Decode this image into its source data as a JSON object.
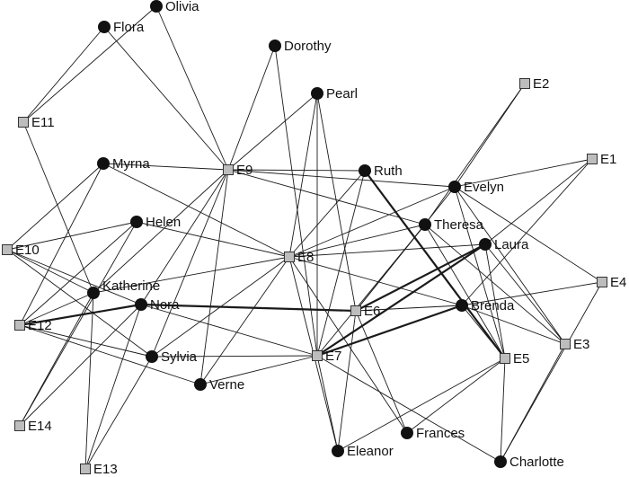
{
  "network": {
    "people": [
      {
        "id": "olivia",
        "label": "Olivia"
      },
      {
        "id": "flora",
        "label": "Flora"
      },
      {
        "id": "dorothy",
        "label": "Dorothy"
      },
      {
        "id": "pearl",
        "label": "Pearl"
      },
      {
        "id": "myrna",
        "label": "Myrna"
      },
      {
        "id": "ruth",
        "label": "Ruth"
      },
      {
        "id": "evelyn",
        "label": "Evelyn"
      },
      {
        "id": "helen",
        "label": "Helen"
      },
      {
        "id": "theresa",
        "label": "Theresa"
      },
      {
        "id": "laura",
        "label": "Laura"
      },
      {
        "id": "katherine",
        "label": "Katherine"
      },
      {
        "id": "nora",
        "label": "Nora"
      },
      {
        "id": "brenda",
        "label": "Brenda"
      },
      {
        "id": "sylvia",
        "label": "Sylvia"
      },
      {
        "id": "verne",
        "label": "Verne"
      },
      {
        "id": "frances",
        "label": "Frances"
      },
      {
        "id": "eleanor",
        "label": "Eleanor"
      },
      {
        "id": "charlotte",
        "label": "Charlotte"
      }
    ],
    "events": [
      {
        "id": "E1",
        "label": "E1"
      },
      {
        "id": "E2",
        "label": "E2"
      },
      {
        "id": "E3",
        "label": "E3"
      },
      {
        "id": "E4",
        "label": "E4"
      },
      {
        "id": "E5",
        "label": "E5"
      },
      {
        "id": "E6",
        "label": "E6"
      },
      {
        "id": "E7",
        "label": "E7"
      },
      {
        "id": "E8",
        "label": "E8"
      },
      {
        "id": "E9",
        "label": "E9"
      },
      {
        "id": "E10",
        "label": "E10"
      },
      {
        "id": "E11",
        "label": "E11"
      },
      {
        "id": "E12",
        "label": "E12"
      },
      {
        "id": "E13",
        "label": "E13"
      },
      {
        "id": "E14",
        "label": "E14"
      }
    ],
    "edges": [
      [
        "olivia",
        "E9"
      ],
      [
        "olivia",
        "E11"
      ],
      [
        "flora",
        "E9"
      ],
      [
        "flora",
        "E11"
      ],
      [
        "dorothy",
        "E9"
      ],
      [
        "dorothy",
        "E7"
      ],
      [
        "pearl",
        "E9"
      ],
      [
        "pearl",
        "E8"
      ],
      [
        "pearl",
        "E7"
      ],
      [
        "pearl",
        "E6"
      ],
      [
        "myrna",
        "E9"
      ],
      [
        "myrna",
        "E8"
      ],
      [
        "myrna",
        "E12"
      ],
      [
        "myrna",
        "E10"
      ],
      [
        "helen",
        "E8"
      ],
      [
        "helen",
        "E10"
      ],
      [
        "helen",
        "E12"
      ],
      [
        "helen",
        "E14"
      ],
      [
        "katherine",
        "E9"
      ],
      [
        "katherine",
        "E8"
      ],
      [
        "katherine",
        "E10"
      ],
      [
        "katherine",
        "E11"
      ],
      [
        "katherine",
        "E12"
      ],
      [
        "katherine",
        "E13"
      ],
      [
        "katherine",
        "E14"
      ],
      [
        "nora",
        "E6",
        "thick"
      ],
      [
        "nora",
        "E7"
      ],
      [
        "nora",
        "E9"
      ],
      [
        "nora",
        "E10"
      ],
      [
        "nora",
        "E12",
        "thick"
      ],
      [
        "nora",
        "E13"
      ],
      [
        "nora",
        "E14"
      ],
      [
        "sylvia",
        "E7"
      ],
      [
        "sylvia",
        "E8"
      ],
      [
        "sylvia",
        "E9"
      ],
      [
        "sylvia",
        "E10"
      ],
      [
        "sylvia",
        "E12"
      ],
      [
        "sylvia",
        "E13"
      ],
      [
        "verne",
        "E7"
      ],
      [
        "verne",
        "E8"
      ],
      [
        "verne",
        "E9"
      ],
      [
        "verne",
        "E12"
      ],
      [
        "ruth",
        "E9"
      ],
      [
        "ruth",
        "E7"
      ],
      [
        "ruth",
        "E8"
      ],
      [
        "ruth",
        "E5",
        "thick"
      ],
      [
        "evelyn",
        "E1"
      ],
      [
        "evelyn",
        "E2"
      ],
      [
        "evelyn",
        "E3"
      ],
      [
        "evelyn",
        "E4"
      ],
      [
        "evelyn",
        "E5"
      ],
      [
        "evelyn",
        "E6"
      ],
      [
        "evelyn",
        "E8"
      ],
      [
        "evelyn",
        "E9"
      ],
      [
        "theresa",
        "E2"
      ],
      [
        "theresa",
        "E3"
      ],
      [
        "theresa",
        "E5"
      ],
      [
        "theresa",
        "E6"
      ],
      [
        "theresa",
        "E7"
      ],
      [
        "theresa",
        "E8"
      ],
      [
        "theresa",
        "E9"
      ],
      [
        "laura",
        "E1"
      ],
      [
        "laura",
        "E3"
      ],
      [
        "laura",
        "E5"
      ],
      [
        "laura",
        "E6",
        "thick"
      ],
      [
        "laura",
        "E7",
        "thick"
      ],
      [
        "laura",
        "E8"
      ],
      [
        "brenda",
        "E1"
      ],
      [
        "brenda",
        "E3"
      ],
      [
        "brenda",
        "E4"
      ],
      [
        "brenda",
        "E5"
      ],
      [
        "brenda",
        "E6"
      ],
      [
        "brenda",
        "E7",
        "thick"
      ],
      [
        "brenda",
        "E8"
      ],
      [
        "frances",
        "E5"
      ],
      [
        "frances",
        "E6"
      ],
      [
        "frances",
        "E8"
      ],
      [
        "eleanor",
        "E5"
      ],
      [
        "eleanor",
        "E6"
      ],
      [
        "eleanor",
        "E7"
      ],
      [
        "eleanor",
        "E8"
      ],
      [
        "charlotte",
        "E3"
      ],
      [
        "charlotte",
        "E4"
      ],
      [
        "charlotte",
        "E5"
      ],
      [
        "charlotte",
        "E7"
      ]
    ]
  }
}
